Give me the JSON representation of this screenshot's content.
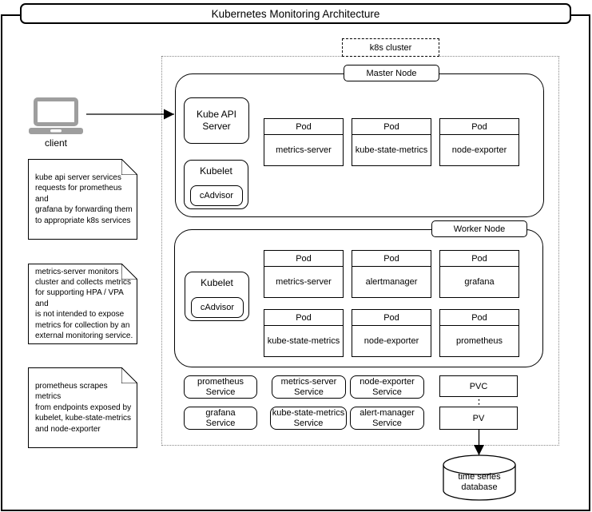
{
  "title": "Kubernetes Monitoring Architecture",
  "client": {
    "label": "client",
    "icon": "laptop-icon"
  },
  "notes": [
    {
      "text": "kube api server services\nrequests for prometheus and\ngrafana by forwarding them\nto appropriate k8s services"
    },
    {
      "text": "metrics-server monitors k8s\ncluster and collects metrics\nfor supporting HPA / VPA and\nis not intended to expose\nmetrics for collection by an\nexternal monitoring service."
    },
    {
      "text": "prometheus scrapes metrics\nfrom endpoints exposed by\nkubelet, kube-state-metrics\nand node-exporter"
    }
  ],
  "cluster": {
    "label": "k8s cluster"
  },
  "master": {
    "label": "Master Node",
    "kube_api_server": "Kube API Server",
    "kubelet": "Kubelet",
    "cadvisor": "cAdvisor",
    "pods": [
      {
        "header": "Pod",
        "name": "metrics-server"
      },
      {
        "header": "Pod",
        "name": "kube-state-metrics"
      },
      {
        "header": "Pod",
        "name": "node-exporter"
      }
    ]
  },
  "worker": {
    "label": "Worker Node",
    "kubelet": "Kubelet",
    "cadvisor": "cAdvisor",
    "pods": [
      {
        "header": "Pod",
        "name": "metrics-server"
      },
      {
        "header": "Pod",
        "name": "alertmanager"
      },
      {
        "header": "Pod",
        "name": "grafana"
      },
      {
        "header": "Pod",
        "name": "kube-state-metrics"
      },
      {
        "header": "Pod",
        "name": "node-exporter"
      },
      {
        "header": "Pod",
        "name": "prometheus"
      }
    ]
  },
  "services": [
    {
      "line1": "prometheus",
      "line2": "Service"
    },
    {
      "line1": "metrics-server",
      "line2": "Service"
    },
    {
      "line1": "node-exporter",
      "line2": "Service"
    },
    {
      "line1": "grafana",
      "line2": "Service"
    },
    {
      "line1": "kube-state-metrics",
      "line2": "Service"
    },
    {
      "line1": "alert-manager",
      "line2": "Service"
    }
  ],
  "storage": {
    "pvc": "PVC",
    "pv": "PV",
    "db_line1": "time series",
    "db_line2": "database",
    "db_icon": "database-cylinder-icon"
  },
  "colors": {
    "stroke": "#000000",
    "laptop_gray": "#9e9e9e",
    "cluster_border": "#888888",
    "background": "#ffffff"
  }
}
